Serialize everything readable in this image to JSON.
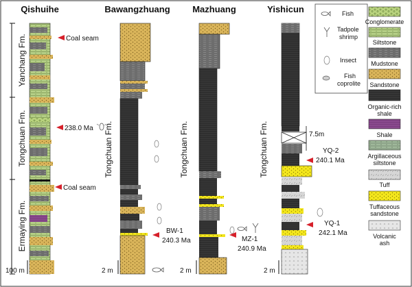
{
  "columns": {
    "qishuihe": "Qishuihe",
    "bawangzhuang": "Bawangzhuang",
    "mazhuang": "Mazhuang",
    "yishicun": "Yishicun"
  },
  "formations": {
    "yanchang": "Yanchang Fm.",
    "tongchuan": "Tongchuan Fm.",
    "ermaying": "Ermaying Fm."
  },
  "annotations": {
    "coal_seam_1": "Coal seam",
    "coal_seam_2": "Coal seam",
    "age_qsh": "238.0 Ma",
    "bw1_name": "BW-1",
    "bw1_age": "240.3 Ma",
    "mz1_name": "MZ-1",
    "mz1_age": "240.9 Ma",
    "yq2_name": "YQ-2",
    "yq2_age": "240.1 Ma",
    "yq1_name": "YQ-1",
    "yq1_age": "242.1 Ma",
    "gap": "7.5m"
  },
  "scales": {
    "qishuihe": "100 m",
    "bawangzhuang": "2 m",
    "mazhuang": "2 m",
    "yishicun": "2 m"
  },
  "legend_fossils": {
    "fish": "Fish",
    "tadpole_1": "Tadpole",
    "tadpole_2": "shrimp",
    "insect": "Insect",
    "coprolite_1": "Fish",
    "coprolite_2": "coprolite"
  },
  "legend_lithology": {
    "conglomerate": "Conglomerate",
    "siltstone": "Siltstone",
    "mudstone": "Mudstone",
    "sandstone": "Sandstone",
    "organic_1": "Organic-rich",
    "organic_2": "shale",
    "shale": "Shale",
    "argillaceous_1": "Argillaceous",
    "argillaceous_2": "siltstone",
    "tuff": "Tuff",
    "tuffaceous_1": "Tuffaceous",
    "tuffaceous_2": "sandstone",
    "volcanic_1": "Volcanic",
    "volcanic_2": "ash"
  },
  "colors": {
    "sandstone": "#d9b45a",
    "siltstone": "#b5cf86",
    "conglomerate": "#b9d37e",
    "mudstone": "#6d6d6d",
    "organic_shale": "#2f2f2f",
    "shale": "#8a4a8e",
    "argillaceous": "#9fb89a",
    "tuff": "#d6d6d6",
    "tuffaceous": "#f3e61c",
    "volcanic_ash": "#e6e6e6",
    "marker": "#d6202a"
  }
}
